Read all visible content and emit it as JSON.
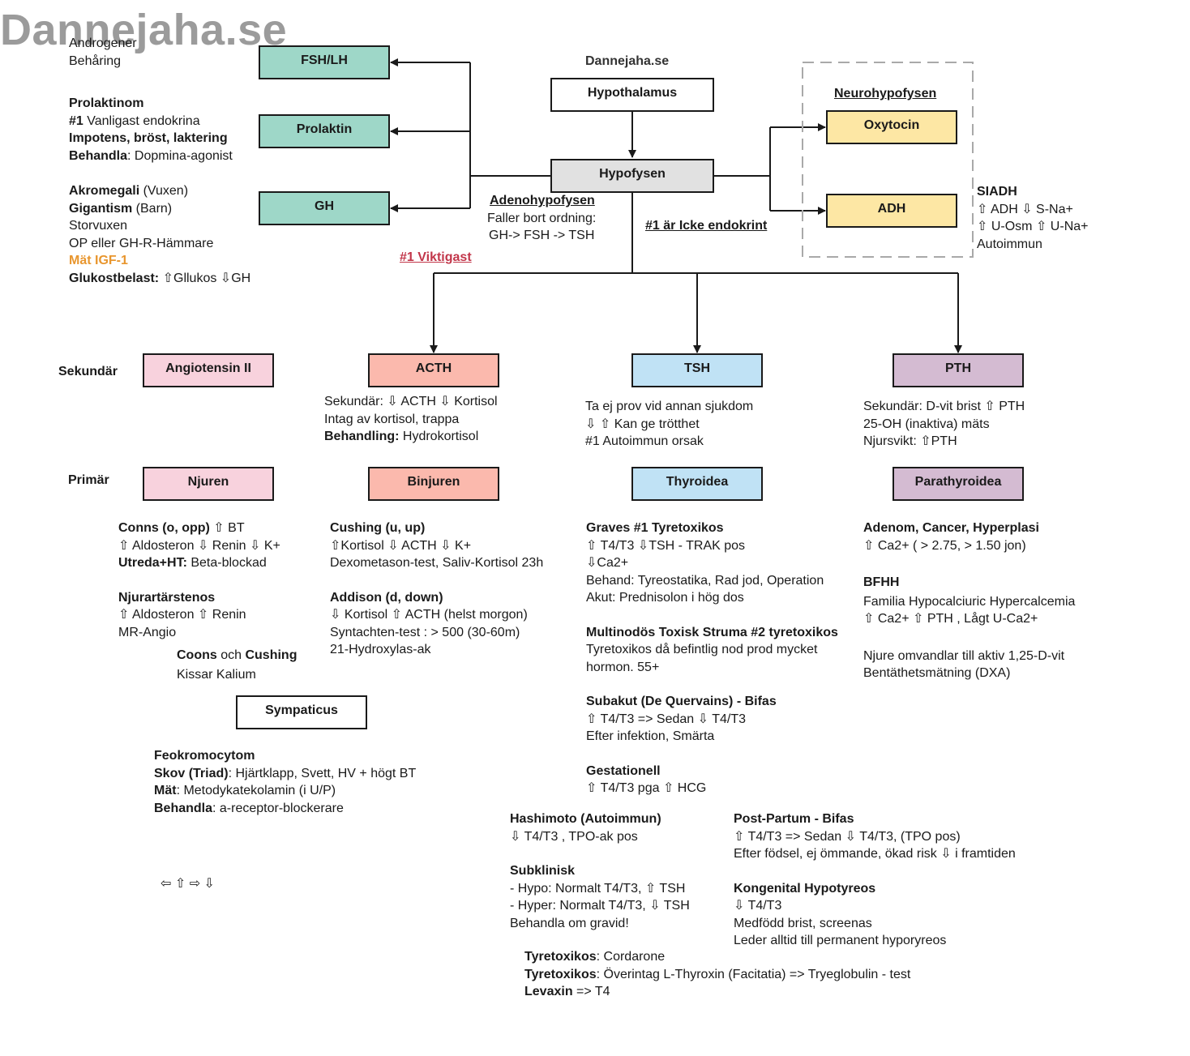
{
  "watermark": "Dannejaha.se",
  "site_label": "Dannejaha.se",
  "colors": {
    "teal": "#9ed7c8",
    "yellow": "#fde7a4",
    "pink": "#f8d2dd",
    "salmon": "#fbb9ad",
    "blue": "#c0e2f5",
    "purple": "#d4bbd2",
    "grey": "#e1e1e1",
    "orange": "#e8962e",
    "red": "#c2364a"
  },
  "boxes": {
    "fshlh": "FSH/LH",
    "prolaktin": "Prolaktin",
    "gh": "GH",
    "hypothalamus": "Hypothalamus",
    "hypofysen": "Hypofysen",
    "oxytocin": "Oxytocin",
    "adh": "ADH",
    "angiotensin": "Angiotensin II",
    "acth": "ACTH",
    "tsh": "TSH",
    "pth": "PTH",
    "njuren": "Njuren",
    "binjuren": "Binjuren",
    "thyroidea": "Thyroidea",
    "parathyroidea": "Parathyroidea",
    "sympaticus": "Sympaticus"
  },
  "labels": {
    "neurohypofysen": "Neurohypofysen",
    "adenohypofysen": "Adenohypofysen",
    "faller1": "Faller bort ordning:",
    "faller2": "GH-> FSH -> TSH",
    "icke_endokrint": "#1 är Icke endokrint",
    "viktigast": "#1 Viktigast",
    "sekundar": "Sekundär",
    "primar": "Primär",
    "arrows": "⇦ ⇧ ⇨ ⇩"
  },
  "androgen": {
    "l1": "Androgener",
    "l2": "Behåring"
  },
  "prolaktinom": {
    "title": "Prolaktinom",
    "l2b": "#1",
    "l2": " Vanligast endokrina",
    "l3": "Impotens, bröst, laktering",
    "l4b": "Behandla",
    "l4": ": Dopmina-agonist"
  },
  "akromegali": {
    "l1b": "Akromegali",
    "l1": " (Vuxen)",
    "l2b": "Gigantism",
    "l2": " (Barn)",
    "l3": "Storvuxen",
    "l4": "OP eller GH-R-Hämmare",
    "l5": "Mät IGF-1",
    "l6b": "Glukostbelast:",
    "l6": " ⇧Gllukos ⇩GH"
  },
  "siadh": {
    "title": "SIADH",
    "l2": "⇧ ADH ⇩ S-Na+",
    "l3": "⇧ U-Osm ⇧ U-Na+",
    "l4": "Autoimmun"
  },
  "acth_notes": {
    "l1": "Sekundär: ⇩ ACTH ⇩ Kortisol",
    "l2": "Intag av kortisol, trappa",
    "l3b": "Behandling:",
    "l3": " Hydrokortisol"
  },
  "tsh_notes": {
    "l1": "Ta ej prov vid annan sjukdom",
    "l2": "⇩   ⇧  Kan ge trötthet",
    "l3": "#1 Autoimmun orsak"
  },
  "pth_notes": {
    "l1": "Sekundär: D-vit brist ⇧ PTH",
    "l2": "25-OH (inaktiva) mäts",
    "l3": "Njursvikt: ⇧PTH"
  },
  "njuren_notes": {
    "conns_b": "Conns (o, opp)",
    "conns": " ⇧ BT",
    "l2": "⇧ Aldosteron ⇩ Renin ⇩ K+",
    "l3b": "Utreda+HT:",
    "l3": " Beta-blockad",
    "l4": "Njurartärstenos",
    "l5": "⇧ Aldosteron ⇧ Renin",
    "l6": "MR-Angio",
    "coons_b1": "Coons",
    "coons_mid": " och ",
    "coons_b2": "Cushing",
    "kissar": "Kissar Kalium"
  },
  "binjuren_notes": {
    "l1": "Cushing (u, up)",
    "l2": "⇧Kortisol  ⇩ ACTH ⇩ K+",
    "l3": "Dexometason-test, Saliv-Kortisol 23h",
    "l4": "Addison (d, down)",
    "l5": "⇩ Kortisol ⇧ ACTH (helst morgon)",
    "l6": "Syntachten-test : > 500 (30-60m)",
    "l7": "21-Hydroxylas-ak"
  },
  "thyroidea_notes": {
    "graves": "Graves #1 Tyretoxikos",
    "g2": "⇧ T4/T3 ⇩TSH - TRAK pos",
    "g3": "⇩Ca2+",
    "g4": "Behand: Tyreostatika, Rad jod, Operation",
    "g5": "Akut: Prednisolon i hög dos",
    "multi": "Multinodös Toxisk Struma #2 tyretoxikos",
    "m2": "Tyretoxikos då befintlig nod prod mycket",
    "m3": "hormon. 55+",
    "subakut": "Subakut (De Quervains) - Bifas",
    "s2": "⇧ T4/T3 => Sedan ⇩ T4/T3",
    "s3": "Efter infektion, Smärta",
    "gest": "Gestationell",
    "ge2": "⇧ T4/T3  pga ⇧ HCG"
  },
  "hashimoto": {
    "title": "Hashimoto (Autoimmun)",
    "l2": "⇩  T4/T3 , TPO-ak pos",
    "sub": "Subklinisk",
    "s2": "- Hypo: Normalt T4/T3, ⇧ TSH",
    "s3": "- Hyper: Normalt T4/T3, ⇩ TSH",
    "s4": "Behandla om gravid!"
  },
  "postpartum": {
    "title": "Post-Partum - Bifas",
    "l2": "⇧ T4/T3 => Sedan ⇩ T4/T3, (TPO pos)",
    "l3": "Efter födsel, ej ömmande, ökad risk ⇩ i framtiden",
    "kong": "Kongenital Hypotyreos",
    "k2": "⇩  T4/T3",
    "k3": "Medfödd brist, screenas",
    "k4": "Leder alltid till permanent hyporyreos"
  },
  "tyretox": {
    "a_b": "Tyretoxikos",
    "a": ": Cordarone",
    "b_b": "Tyretoxikos",
    "b": ": Överintag L-Thyroxin (Facitatia) => Tryeglobulin - test",
    "c_b": "Levaxin",
    "c": " => T4"
  },
  "parathyroidea_notes": {
    "l1": "Adenom, Cancer, Hyperplasi",
    "l2": "⇧ Ca2+ ( > 2.75, > 1.50 jon)",
    "bfhh": "BFHH",
    "b2": "Familia Hypocalciuric Hypercalcemia",
    "b3": "⇧ Ca2+ ⇧ PTH , Lågt U-Ca2+",
    "n1": "Njure omvandlar till aktiv 1,25-D-vit",
    "n2": "Bentäthetsmätning (DXA)"
  },
  "sympaticus_notes": {
    "title": "Feokromocytom",
    "l2b": "Skov (Triad)",
    "l2": ": Hjärtklapp, Svett, HV + högt BT",
    "l3b": "Mät",
    "l3": ": Metodykatekolamin (i U/P)",
    "l4b": "Behandla",
    "l4": ": a-receptor-blockerare"
  }
}
